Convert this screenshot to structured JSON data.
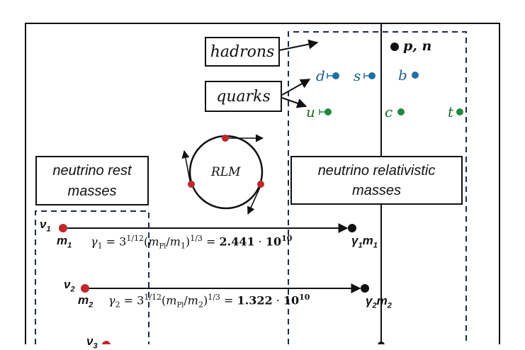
{
  "labels": {
    "hadrons": "hadrons",
    "quarks": "quarks",
    "rlm": "RLM",
    "neutrino_rest_line1": "neutrino rest",
    "neutrino_rest_line2": "masses",
    "neutrino_rel_line1": "neutrino relativistic",
    "neutrino_rel_line2": "masses",
    "pn": "p, n"
  },
  "quarks": {
    "d": "d",
    "s": "s",
    "b": "b",
    "u": "u",
    "c": "c",
    "t": "t"
  },
  "rows": [
    {
      "nu_base": "ν",
      "nu_sub": "1",
      "m_base": "m",
      "m_sub": "1",
      "gamma_sub": "1",
      "exp_a": "1/12",
      "planck_sub": "Pl",
      "mass_sub": "1",
      "exp_b": "1/3",
      "value": "2.441",
      "power": "10",
      "power_exp": "10",
      "result_gamma": "γ",
      "result_gamma_sub": "1",
      "result_m": "m",
      "result_m_sub": "1"
    },
    {
      "nu_base": "ν",
      "nu_sub": "2",
      "m_base": "m",
      "m_sub": "2",
      "gamma_sub": "2",
      "exp_a": "1/12",
      "planck_sub": "Pl",
      "mass_sub": "2",
      "exp_b": "1/3",
      "value": "1.322",
      "power": "10",
      "power_exp": "10",
      "result_gamma": "γ",
      "result_gamma_sub": "2",
      "result_m": "m",
      "result_m_sub": "2"
    }
  ],
  "partial_row": {
    "nu_base": "ν",
    "nu_sub": "3"
  },
  "colors": {
    "red": "#c0282d",
    "blue": "#1f6fa3",
    "green": "#1d8a3e",
    "black": "#111111"
  }
}
